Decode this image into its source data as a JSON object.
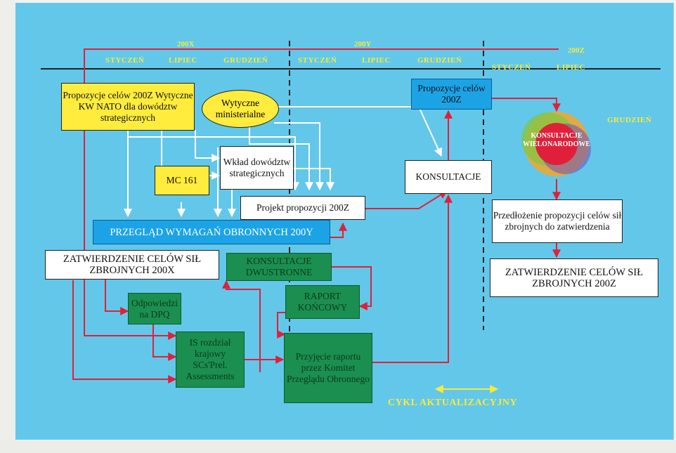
{
  "years": {
    "y1": "200X",
    "y2": "200Y",
    "y3": "200Z"
  },
  "months": {
    "m1": "STYCZEŃ",
    "m2": "LIPIEC",
    "m3": "GRUDZIEŃ",
    "m4": "STYCZEŃ",
    "m5": "LIPIEC",
    "m6": "GRUDZIEŃ",
    "m7": "STYCZEŃ",
    "m8": "LIPIEC",
    "m9": "GRUDZIEŃ"
  },
  "boxes": {
    "propozycje_nato": "Propozycje celów 200Z Wytyczne KW NATO dla dowództw strategicznych",
    "wytyczne_min": "Wytyczne ministerialne",
    "wklad": "Wkład dowództw strategicznych",
    "mc161": "MC 161",
    "projekt": "Projekt propozycji 200Z",
    "przeglad": "PRZEGLĄD WYMAGAŃ OBRONNYCH 200Y",
    "zatw_x": "ZATWIERDZENIE CELÓW SIŁ ZBROJNYCH 200X",
    "konsult_dwu": "KONSULTACJE DWUSTRONNE",
    "raport": "RAPORT KOŃCOWY",
    "odpowiedzi": "Odpowiedzi na DPQ",
    "is_rozdzial": "IS rozdział krajowy SCs'Prel. Assessments",
    "przyjecie": "Przyjęcie raportu przez Komitet Przeglądu Obronnego",
    "propozycje_200z": "Propozycje celów 200Z",
    "konsultacje": "KONSULTACJE",
    "konsult_wielo": "KONSULTACJE WIELONARODOWE",
    "przedlozenie": "Przedłożenie propozycji celów sił zbrojnych do zatwierdzenia",
    "zatw_z": "ZATWIERDZENIE CELÓW SIŁ ZBROJNYCH 200Z"
  },
  "cykl": "CYKL AKTUALIZACYJNY",
  "colors": {
    "panel": "#63c7ea",
    "yellow": "#ffec3c",
    "green": "#1b8f4f",
    "arrow_red": "#e0203a",
    "blue_box": "#1ca3e6"
  }
}
